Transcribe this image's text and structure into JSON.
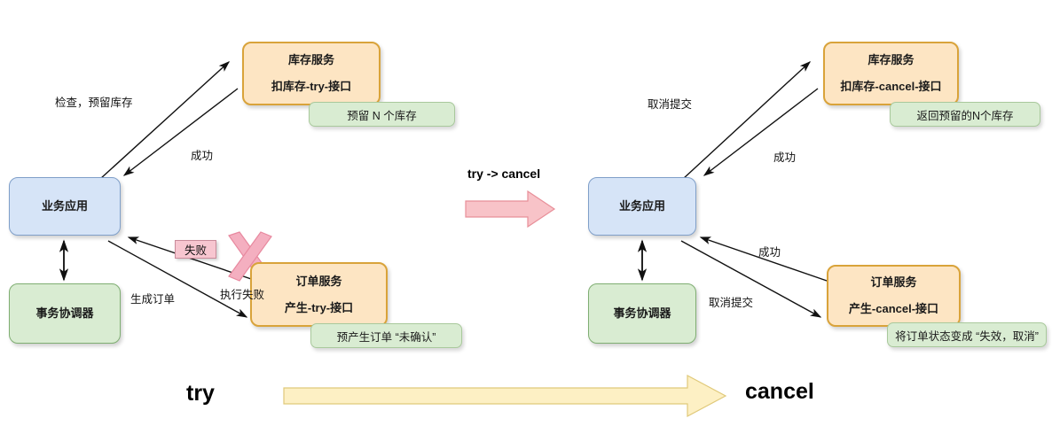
{
  "diagram": {
    "title_left": "try",
    "title_right": "cancel",
    "transition_label": "try -> cancel"
  },
  "colors": {
    "orange_fill": "#fde5c3",
    "orange_border": "#d9a33a",
    "blue_fill": "#d6e4f7",
    "blue_border": "#7f9fc9",
    "green_fill": "#d9ecd2",
    "green_border": "#7fae72",
    "note_fill": "#d9ecd2",
    "fail_fill": "#f7c6d0",
    "x_mark": "#f4afc0",
    "pink_arrow": "#f8c3c8",
    "yellow_arrow": "#fdf0c4"
  },
  "left": {
    "app": {
      "label": "业务应用"
    },
    "coordinator": {
      "label": "事务协调器"
    },
    "inventory": {
      "title": "库存服务",
      "api": "扣库存-try-接口"
    },
    "inventory_note": "预留 N 个库存",
    "order": {
      "title": "订单服务",
      "api": "产生-try-接口"
    },
    "order_note": "预产生订单 “未确认”",
    "edges": {
      "check_reserve": "检查，预留库存",
      "success": "成功",
      "create_order": "生成订单",
      "exec_fail": "执行失败",
      "fail_badge": "失败"
    }
  },
  "right": {
    "app": {
      "label": "业务应用"
    },
    "coordinator": {
      "label": "事务协调器"
    },
    "inventory": {
      "title": "库存服务",
      "api": "扣库存-cancel-接口"
    },
    "inventory_note": "返回预留的N个库存",
    "order": {
      "title": "订单服务",
      "api": "产生-cancel-接口"
    },
    "order_note": "将订单状态变成 “失效，取消”",
    "edges": {
      "cancel_commit_top": "取消提交",
      "success_top": "成功",
      "success_bottom": "成功",
      "cancel_commit_bottom": "取消提交"
    }
  },
  "icons": {
    "x_mark": "x-mark-icon",
    "pink_arrow": "right-arrow-icon",
    "yellow_arrow": "long-right-arrow-icon"
  }
}
